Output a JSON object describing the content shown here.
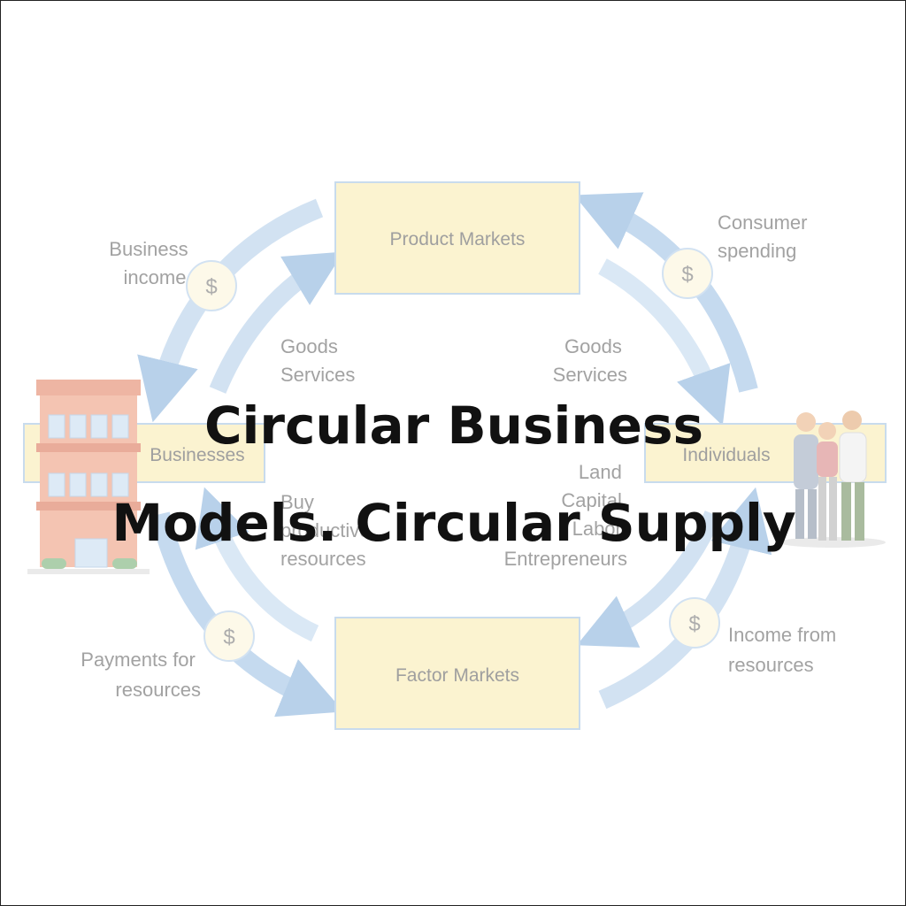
{
  "diagram": {
    "nodes": {
      "product_markets": "Product Markets",
      "factor_markets": "Factor Markets",
      "businesses": "Businesses",
      "individuals": "Individuals"
    },
    "labels": {
      "business_income": [
        "Business",
        "income"
      ],
      "consumer_spending": [
        "Consumer",
        "spending"
      ],
      "goods_services_left": [
        "Goods",
        "Services"
      ],
      "goods_services_right": [
        "Goods",
        "Services"
      ],
      "buy_productive_resources": [
        "Buy",
        "productive",
        "resources"
      ],
      "land_capital_labor": [
        "Land",
        "Capital",
        "Labor",
        "Entrepreneurs"
      ],
      "payments_for_resources": [
        "Payments for",
        "resources"
      ],
      "income_from_resources": [
        "Income from",
        "resources"
      ]
    },
    "dollar_symbol": "$"
  },
  "overlay": {
    "title_line1": "Circular Business",
    "title_line2": "Models. Circular Supply"
  },
  "colors": {
    "box_fill": "#fbf1c6",
    "box_stroke": "#bcd3ea",
    "arrow": "#c4d9ef",
    "arrow_edge": "#9fbfe0",
    "text_overlay": "#111111"
  }
}
